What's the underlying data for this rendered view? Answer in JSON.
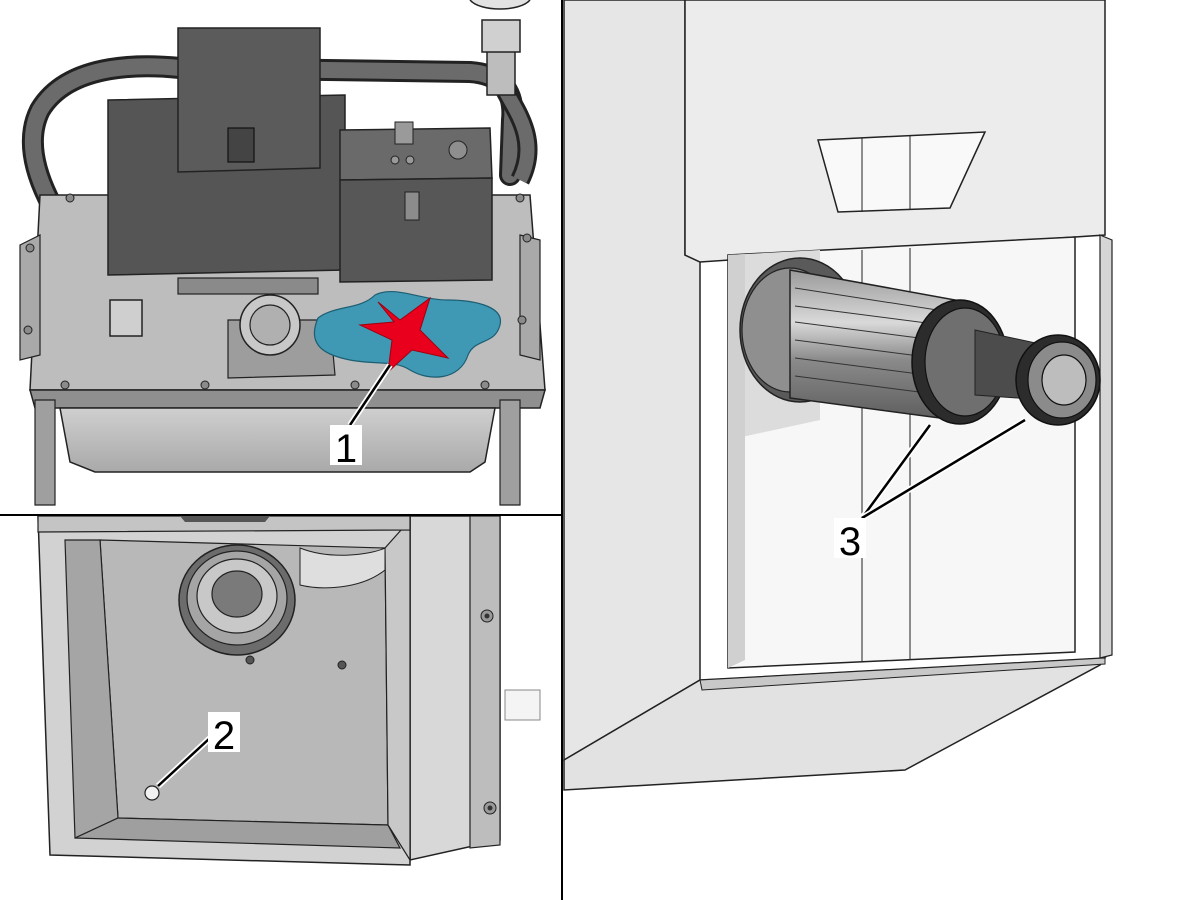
{
  "callouts": [
    {
      "id": "callout-1",
      "label": "1"
    },
    {
      "id": "callout-2",
      "label": "2"
    },
    {
      "id": "callout-3",
      "label": "3"
    }
  ],
  "colors": {
    "leak": "#3f98b4",
    "x_mark": "#e8001c",
    "frame_light": "#e6e6e6",
    "metal_mid": "#b5b5b5",
    "box_dark": "#555555"
  },
  "icons": [
    "x-mark-icon",
    "leak-puddle"
  ]
}
